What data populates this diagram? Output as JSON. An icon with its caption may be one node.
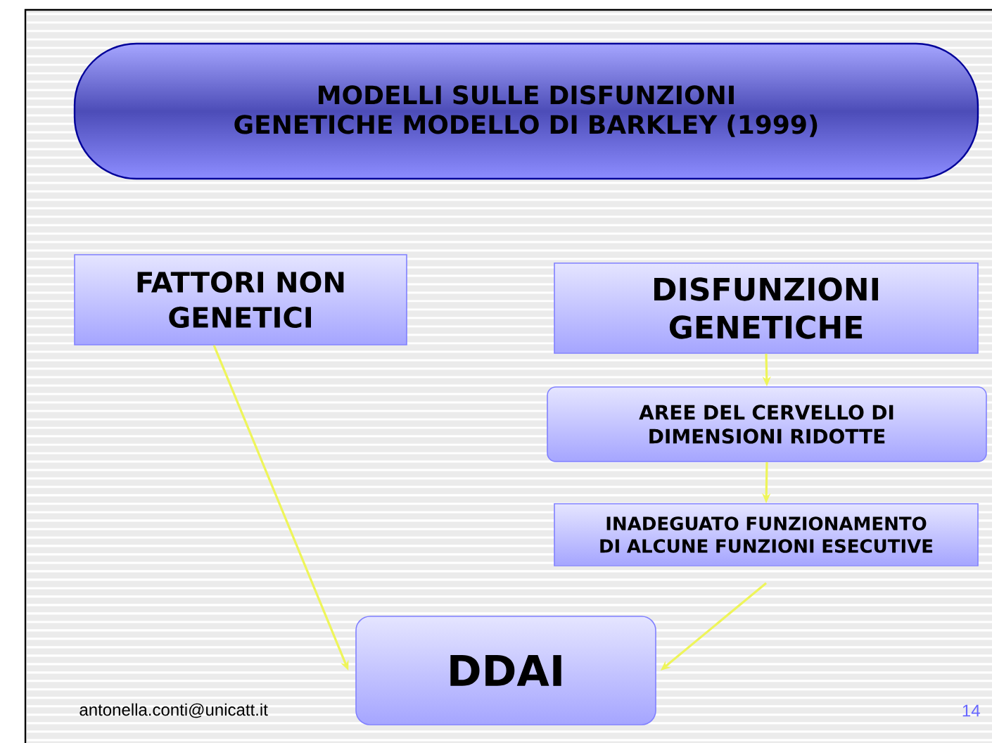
{
  "diagram": {
    "title": "MODELLI SULLE DISFUNZIONI GENETICHE MODELLO DI BARKLEY (1999)",
    "nodes": [
      {
        "text": [
          "FATTORI NON GENETICI"
        ]
      },
      {
        "text": [
          "DISFUNZIONI GENETICHE"
        ]
      },
      {
        "text": [
          "AREE DEL CERVELLO DI DIMENSIONI RIDOTTE"
        ]
      },
      {
        "text": [
          "INADEGUATO FUNZIONAMENTO DI ALCUNE FUNZIONI ESECUTIVE"
        ]
      },
      {
        "text": [
          "DDAI"
        ]
      }
    ],
    "edges": [
      {
        "from": 0,
        "to": 4,
        "arrow": "to"
      },
      {
        "from": 1,
        "to": 2,
        "arrow": "to"
      },
      {
        "from": 2,
        "to": 3,
        "arrow": "to"
      },
      {
        "from": 3,
        "to": 4,
        "arrow": "to"
      }
    ],
    "labels": [
      "antonella.conti@unicatt.it",
      "14"
    ]
  }
}
